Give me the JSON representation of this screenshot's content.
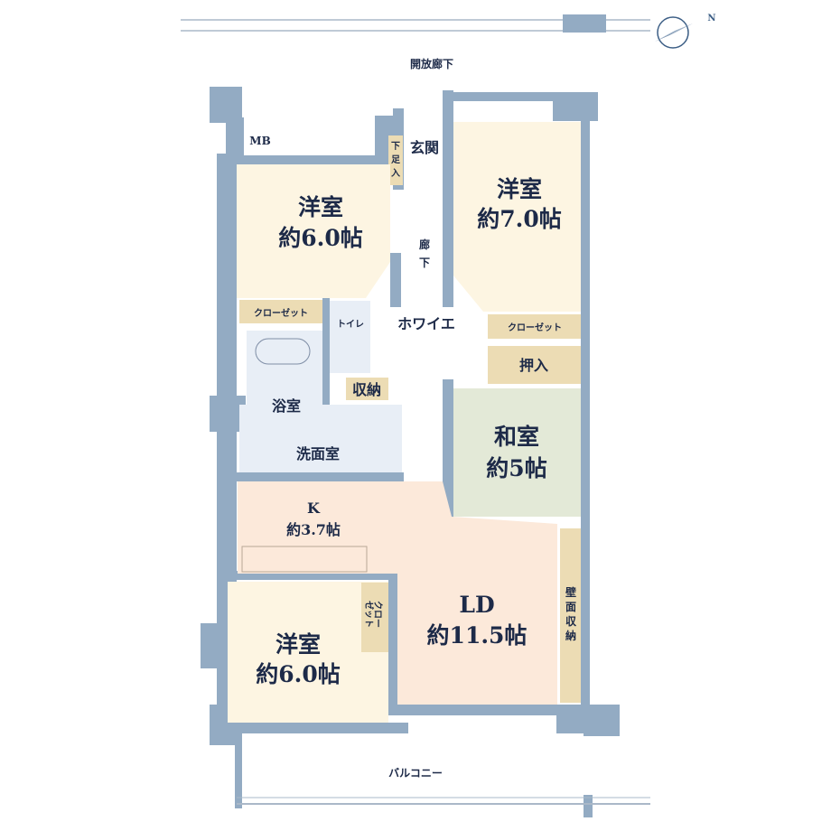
{
  "colors": {
    "wall": "#93abc3",
    "western_room": "#fdf5e2",
    "storage": "#ecdcb4",
    "japanese_room": "#e3e9d7",
    "living": "#fce9da",
    "wet_area": "#e8eef6",
    "text": "#1d2a48"
  },
  "labels": {
    "corridor_outside": "開放廊下",
    "entrance": "玄関",
    "shoe_storage": [
      "下",
      "足",
      "入"
    ],
    "mb": "MB",
    "room1": {
      "name": "洋室",
      "size": "約6.0帖"
    },
    "room2": {
      "name": "洋室",
      "size": "約7.0帖"
    },
    "hallway": [
      "廊",
      "下"
    ],
    "closet1": "クローゼット",
    "closet2": "クローゼット",
    "toilet": "トイレ",
    "foyer": "ホワイエ",
    "oshiire": "押入",
    "bathroom": "浴室",
    "storage": "収納",
    "washroom": "洗面室",
    "japanese_room": {
      "name": "和室",
      "size": "約5帖"
    },
    "kitchen": {
      "name": "K",
      "size": "約3.7帖"
    },
    "ld": {
      "name": "LD",
      "size": "約11.5帖"
    },
    "wall_storage": [
      "壁",
      "面",
      "収",
      "納"
    ],
    "room3": {
      "name": "洋室",
      "size": "約6.0帖"
    },
    "closet3": [
      "クロー",
      "ゼット"
    ],
    "balcony": "バルコニー",
    "compass": "N"
  }
}
